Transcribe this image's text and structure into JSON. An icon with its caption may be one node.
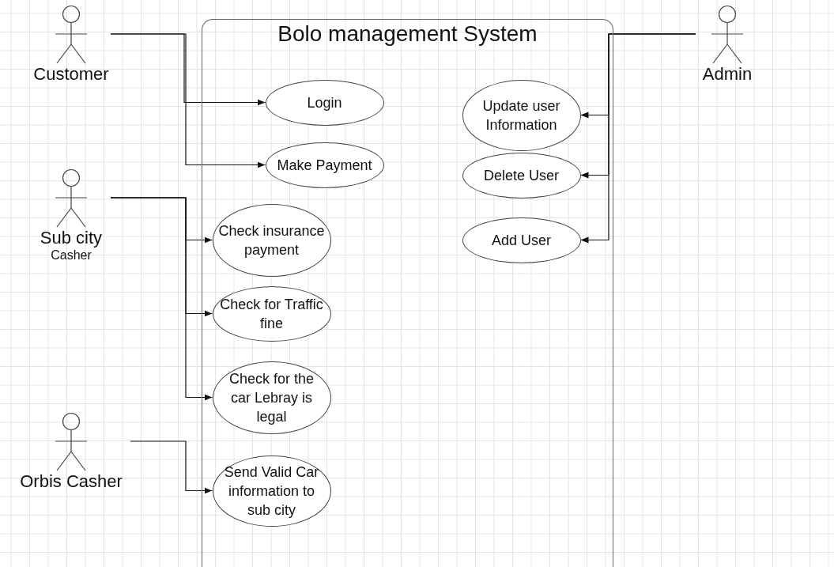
{
  "diagram": {
    "nodes": [
      {
        "text": [
          "Bolo management System"
        ]
      },
      {
        "text": [
          "Customer"
        ]
      },
      {
        "text": [
          "Sub city",
          "Casher"
        ]
      },
      {
        "text": [
          "Orbis Casher"
        ]
      },
      {
        "text": [
          "Admin"
        ]
      },
      {
        "text": [
          "Login"
        ],
        "in": 0
      },
      {
        "text": [
          "Make Payment"
        ],
        "in": 0
      },
      {
        "text": [
          "Check insurance payment"
        ],
        "in": 0
      },
      {
        "text": [
          "Check for Traffic fine"
        ],
        "in": 0
      },
      {
        "text": [
          "Check for the car Lebray is legal"
        ],
        "in": 0
      },
      {
        "text": [
          "Send Valid Car information to sub city"
        ],
        "in": 0
      },
      {
        "text": [
          "Update user Information"
        ],
        "in": 0
      },
      {
        "text": [
          "Delete User"
        ],
        "in": 0
      },
      {
        "text": [
          "Add User"
        ],
        "in": 0
      }
    ],
    "edges": [
      {
        "from": 1,
        "to": 5,
        "arrow": "to"
      },
      {
        "from": 1,
        "to": 6,
        "arrow": "to"
      },
      {
        "from": 2,
        "to": 7,
        "arrow": "to"
      },
      {
        "from": 2,
        "to": 8,
        "arrow": "to"
      },
      {
        "from": 2,
        "to": 9,
        "arrow": "to"
      },
      {
        "from": 3,
        "to": 10,
        "arrow": "to"
      },
      {
        "from": 4,
        "to": 11,
        "arrow": "to"
      },
      {
        "from": 4,
        "to": 12,
        "arrow": "to"
      },
      {
        "from": 4,
        "to": 13,
        "arrow": "to"
      }
    ]
  }
}
